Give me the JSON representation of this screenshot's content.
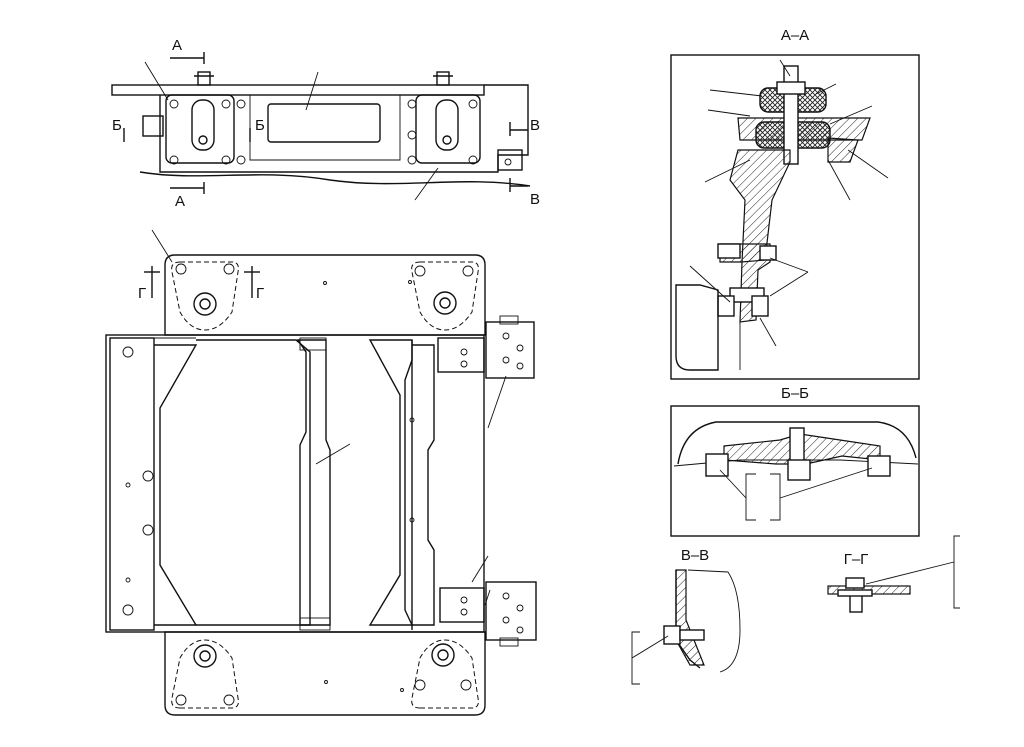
{
  "section_titles": {
    "aa": "А–А",
    "bb": "Б–Б",
    "vv": "В–В",
    "gg": "Г–Г"
  },
  "cut_labels": {
    "a_top": "А",
    "a_bottom": "А",
    "b_left": "Б",
    "b_mid": "Б",
    "v_top": "В",
    "v_bottom": "В",
    "g_left": "Г",
    "g_right": "Г"
  }
}
